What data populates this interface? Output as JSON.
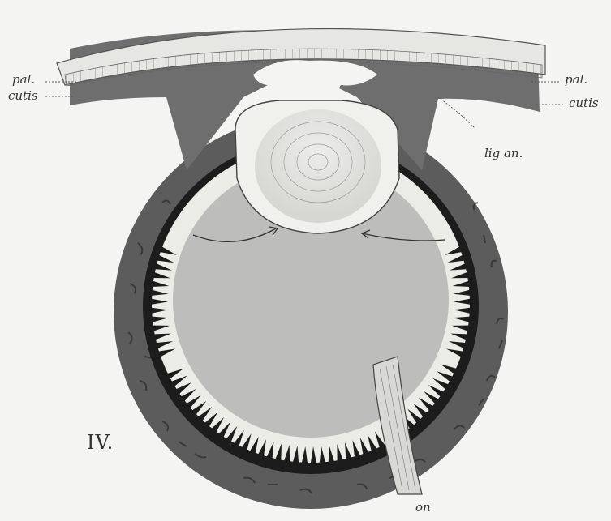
{
  "figure": {
    "plate_number": "IV.",
    "labels": {
      "pal_left": "pal.",
      "cutis_left": "cutis",
      "pal_right": "pal.",
      "cutis_right": "cutis",
      "lig_an": "lig an.",
      "on": "on"
    }
  },
  "colors": {
    "background": "#f4f4f2",
    "skin_tissue": "#6e6e6e",
    "epidermis": "#e6e6e2",
    "vitreous": "#bdbdbb",
    "lens": "#e2e2de",
    "sclera": "#5c5c5c",
    "pigment": "#1c1c1c",
    "retina": "#ececE6"
  }
}
